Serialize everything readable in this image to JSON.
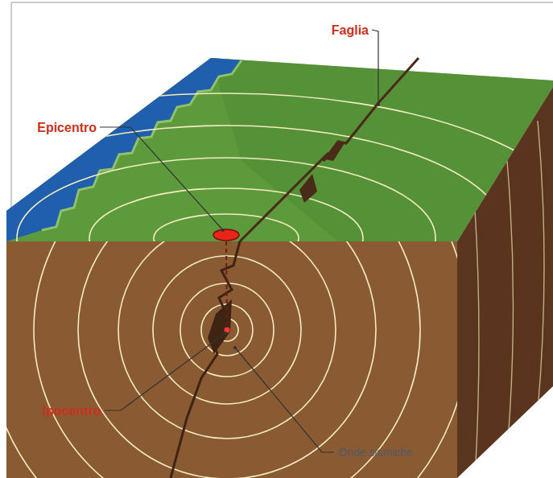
{
  "diagram": {
    "labels": [
      "Faglia",
      "Epicentro",
      "Ipocentro",
      "Onde sismiche"
    ]
  }
}
